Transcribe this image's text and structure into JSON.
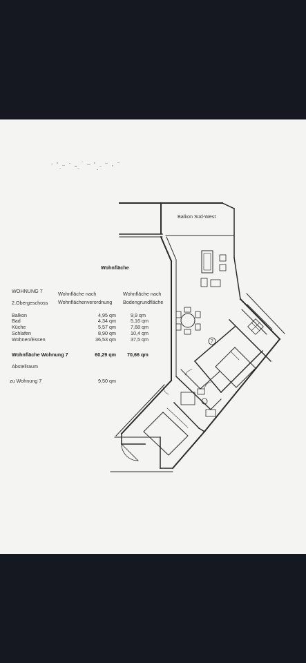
{
  "plan": {
    "heading": "Wohnfläche",
    "balcony_label": "Balkon Süd-West",
    "room_number": "7"
  },
  "table": {
    "apartment": "WOHNUNG 7",
    "floor": "2.Obergeschoss",
    "col1_line1": "Wohnfläche nach",
    "col1_line2": "Wohnflächenverordnung",
    "col2_line1": "Wohnfläche nach",
    "col2_line2": "Bodengrundfläche",
    "rows": [
      {
        "name": "Balkon",
        "v1": "4,95 qm",
        "v2": "9,9 qm"
      },
      {
        "name": "Bad",
        "v1": "4,34 qm",
        "v2": "5,16 qm"
      },
      {
        "name": "Küche",
        "v1": "5,57 qm",
        "v2": "7,68 qm"
      },
      {
        "name": "Schlafen",
        "v1": "8,90 qm",
        "v2": "10,4 qm"
      },
      {
        "name": "Wohnen/Essen",
        "v1": "36,53 qm",
        "v2": "37,5 qm"
      }
    ],
    "total_label": "Wohnfläche Wohnung 7",
    "total_v1": "60,29 qm",
    "total_v2": "70,66 qm",
    "storage_label": "Abstellraum",
    "storage_for": "zu Wohnung 7",
    "storage_value": "9,50 qm"
  },
  "colors": {
    "paper": "#f4f4f2",
    "ink": "#333333",
    "frame": "#161821"
  }
}
